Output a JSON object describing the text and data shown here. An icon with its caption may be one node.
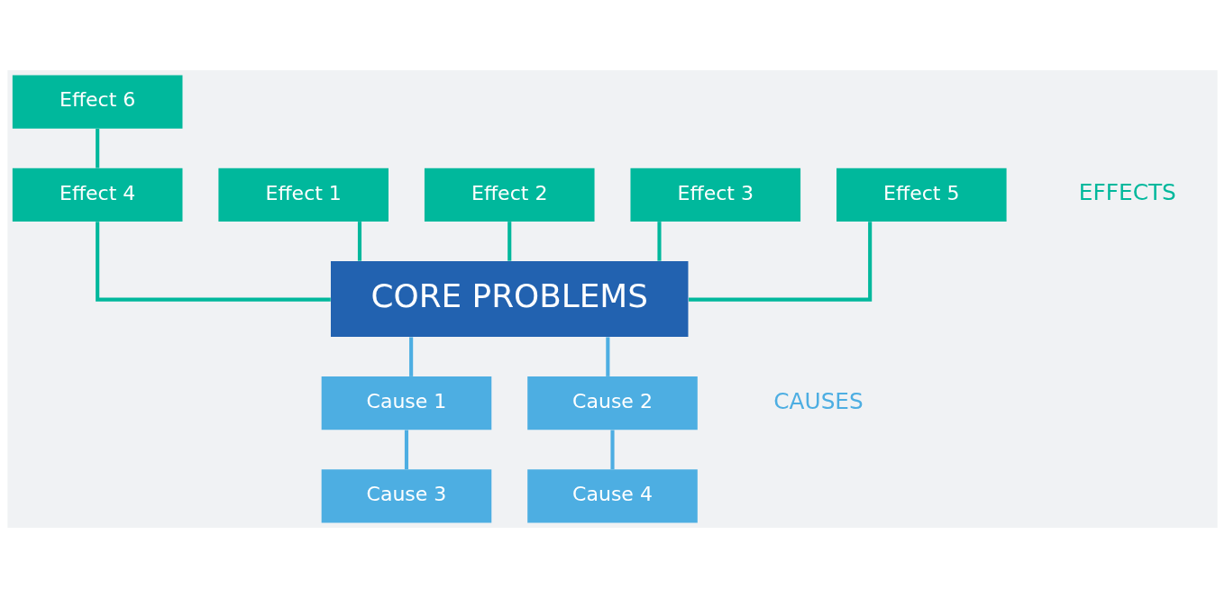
{
  "diagram": {
    "nodes": [
      {
        "text": [
          "Effect 6"
        ]
      },
      {
        "text": [
          "Effect 1"
        ]
      },
      {
        "text": [
          "Effect 2"
        ]
      },
      {
        "text": [
          "Effect 3"
        ]
      },
      {
        "text": [
          "Effect 4"
        ]
      },
      {
        "text": [
          "Effect 5"
        ]
      },
      {
        "text": [
          "CORE PROBLEMS"
        ]
      },
      {
        "text": [
          "Cause 1"
        ]
      },
      {
        "text": [
          "Cause 2"
        ]
      },
      {
        "text": [
          "Cause 3"
        ]
      },
      {
        "text": [
          "Cause 4"
        ]
      }
    ],
    "edges": [
      {
        "from": 1,
        "to": 6,
        "arrow": "none"
      },
      {
        "from": 2,
        "to": 6,
        "arrow": "none"
      },
      {
        "from": 3,
        "to": 6,
        "arrow": "none"
      },
      {
        "from": 4,
        "to": 6,
        "arrow": "none"
      },
      {
        "from": 5,
        "to": 6,
        "arrow": "none"
      },
      {
        "from": 0,
        "to": 4,
        "arrow": "none"
      },
      {
        "from": 6,
        "to": 7,
        "arrow": "none",
        "color": "#4daee2"
      },
      {
        "from": 6,
        "to": 8,
        "arrow": "none",
        "color": "#4daee2"
      },
      {
        "from": 7,
        "to": 9,
        "arrow": "none",
        "color": "#4daee2"
      },
      {
        "from": 8,
        "to": 10,
        "arrow": "none",
        "color": "#4daee2"
      }
    ],
    "labels": [
      "EFFECTS",
      "CAUSES"
    ]
  }
}
